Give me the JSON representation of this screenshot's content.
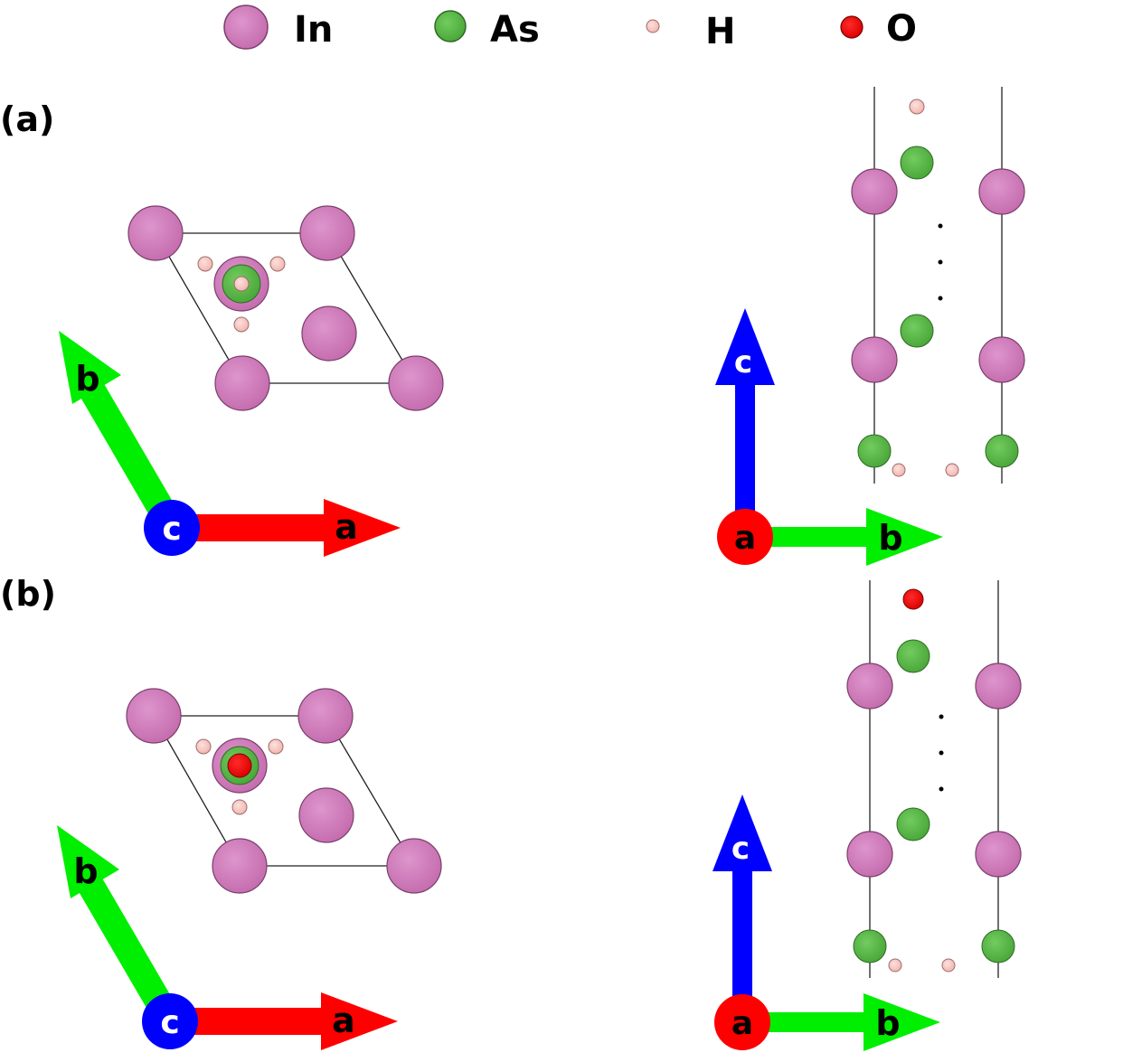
{
  "legend": [
    {
      "label": "In",
      "color": "#d07dbb"
    },
    {
      "label": "As",
      "color": "#5cb848"
    },
    {
      "label": "H",
      "color": "#f8c6c2"
    },
    {
      "label": "O",
      "color": "#ee0000"
    }
  ],
  "panels": [
    {
      "label": "(a)",
      "top_surface_atom": "H"
    },
    {
      "label": "(b)",
      "top_surface_atom": "O"
    }
  ],
  "axes": {
    "a": {
      "label": "a",
      "color": "#ff0000"
    },
    "b": {
      "label": "b",
      "color": "#00ee00"
    },
    "c": {
      "label": "c",
      "color": "#0000ff"
    }
  },
  "continuation": "⋮"
}
